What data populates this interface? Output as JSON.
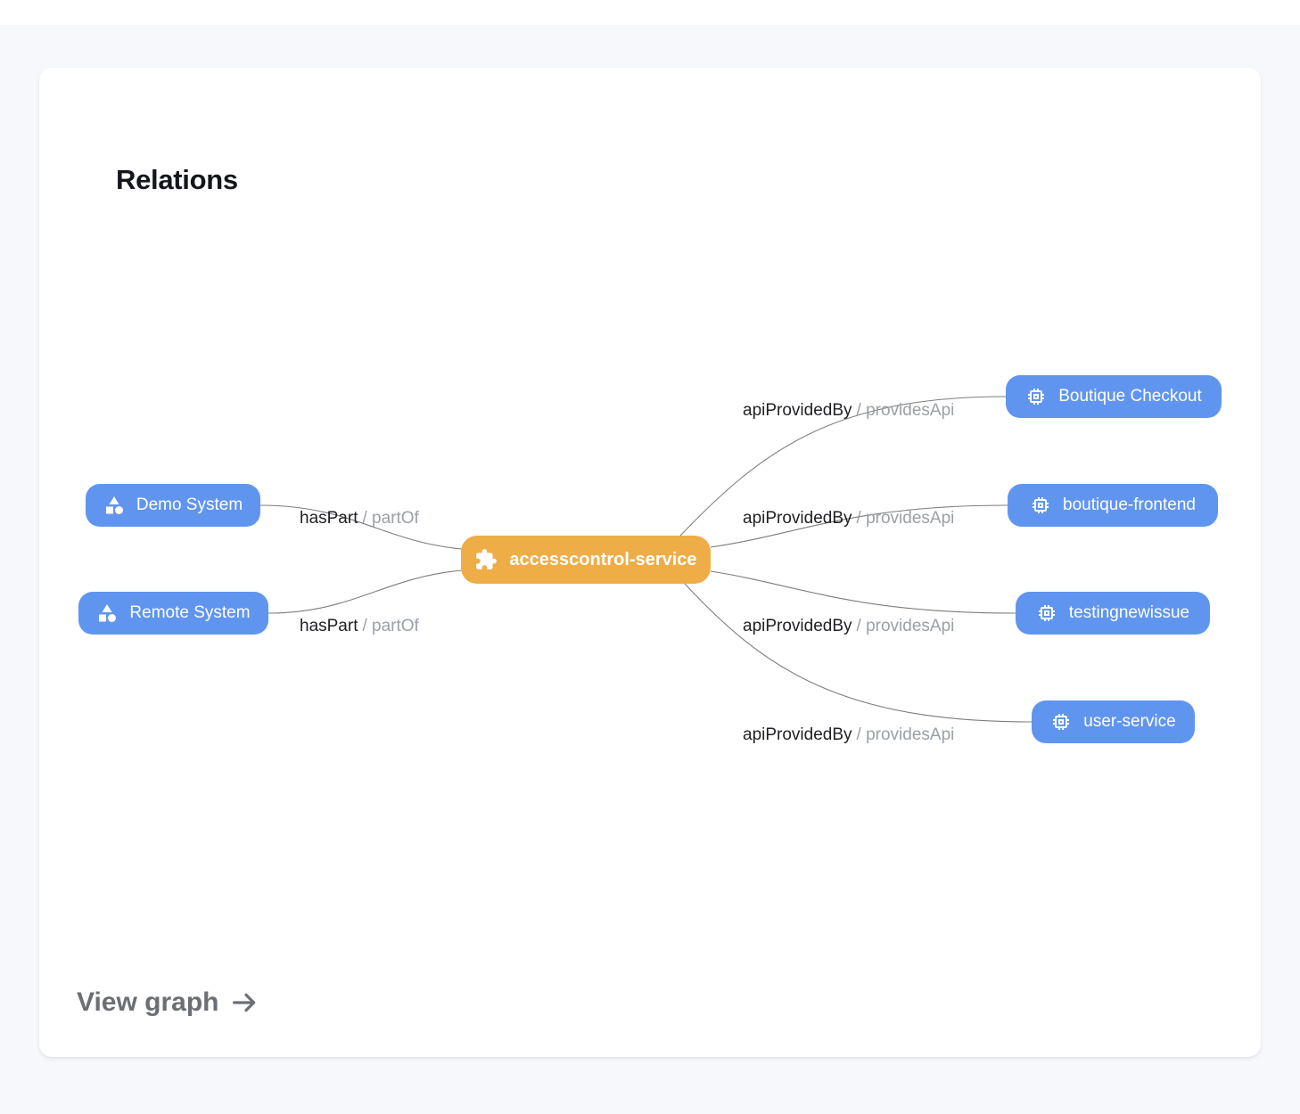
{
  "page": {
    "title": "Relations",
    "view_graph_label": "View graph"
  },
  "colors": {
    "background": "#f6f8fb",
    "card": "#ffffff",
    "node_blue": "#6095ef",
    "node_orange": "#efad47",
    "edge": "#7d7d7d"
  },
  "nodes": {
    "center": {
      "label": "accesscontrol-service",
      "icon": "extension-icon",
      "type": "component"
    },
    "demo_system": {
      "label": "Demo System",
      "icon": "category-icon",
      "type": "system"
    },
    "remote_system": {
      "label": "Remote System",
      "icon": "category-icon",
      "type": "system"
    },
    "boutique_checkout": {
      "label": "Boutique Checkout",
      "icon": "memory-icon",
      "type": "api"
    },
    "boutique_frontend": {
      "label": "boutique-frontend",
      "icon": "memory-icon",
      "type": "api"
    },
    "testingnewissue": {
      "label": "testingnewissue",
      "icon": "memory-icon",
      "type": "api"
    },
    "user_service": {
      "label": "user-service",
      "icon": "memory-icon",
      "type": "api"
    }
  },
  "edge_labels": {
    "has_part": {
      "primary": "hasPart",
      "secondary": "/ partOf"
    },
    "api_provided_by": {
      "primary": "apiProvidedBy",
      "secondary": "/ providesApi"
    }
  }
}
